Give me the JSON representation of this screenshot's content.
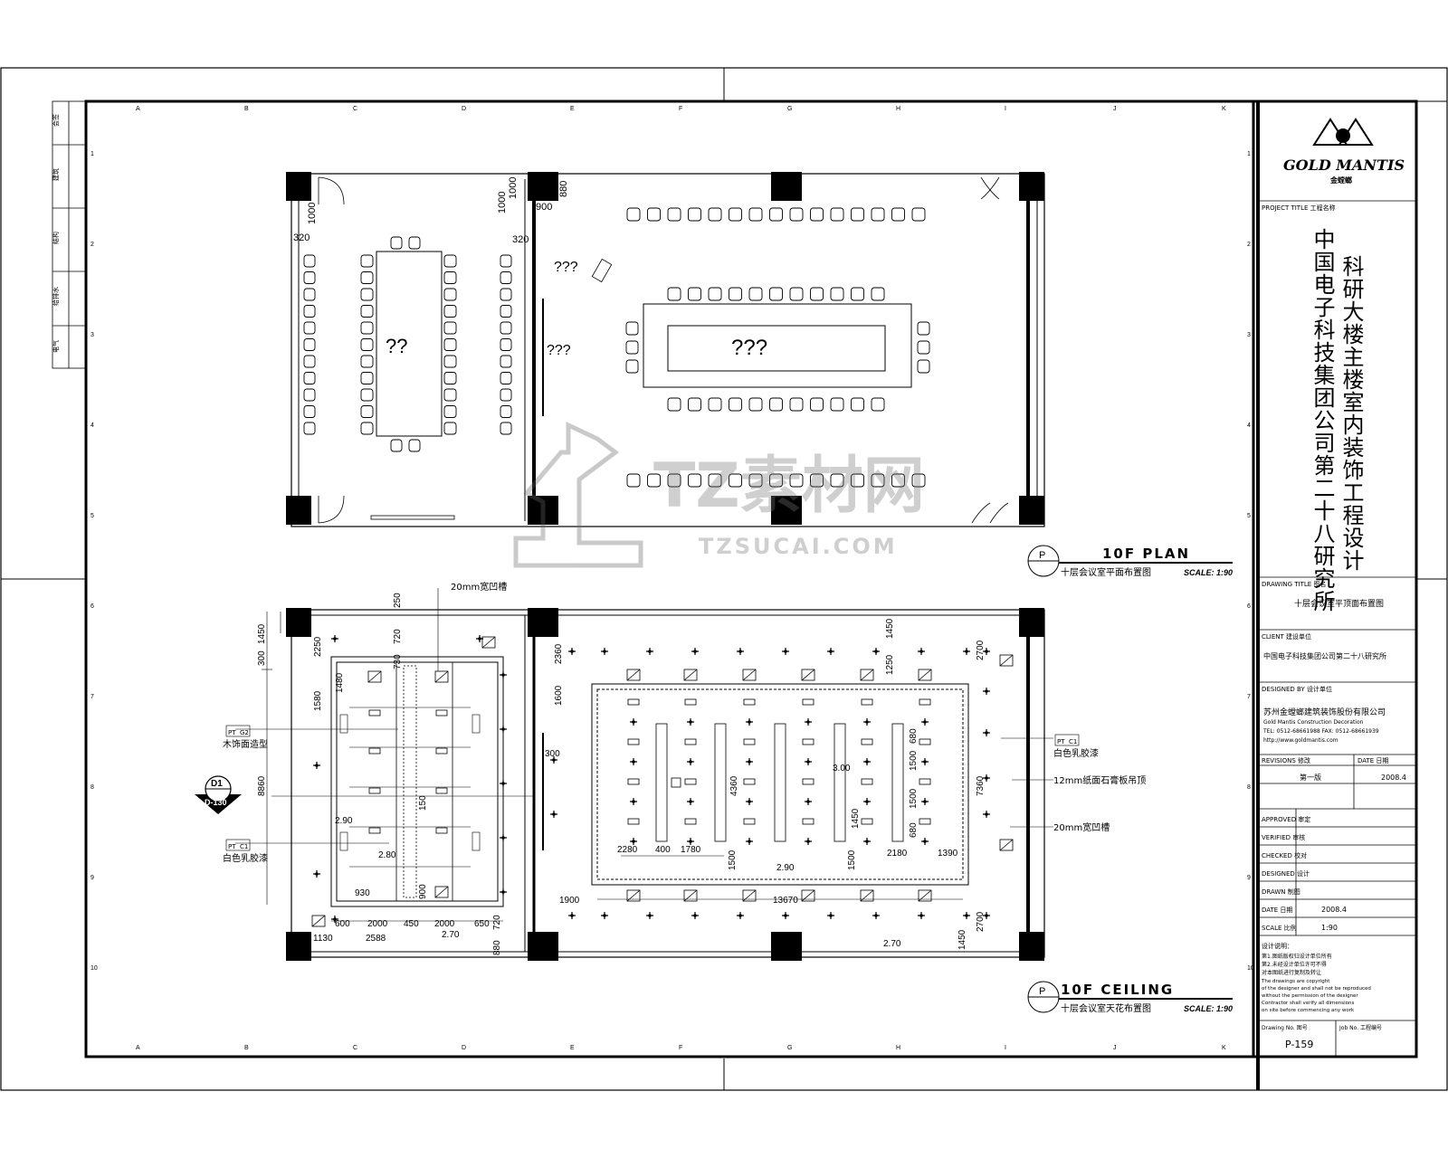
{
  "logo": {
    "brand": "GOLD MANTIS",
    "brand_cn": "金螳螂"
  },
  "project": {
    "title_line1": "科研大楼主楼室内装饰工程设计",
    "title_line2": "中国电子科技集团公司第二十八研究所"
  },
  "watermark": {
    "main": "TZ素材网",
    "sub": "TZSUCAI.COM"
  },
  "plan_top": {
    "title": "10F PLAN",
    "subtitle": "十层会议室平面布置图",
    "scale": "SCALE: 1:90",
    "mark": "P",
    "dims": {
      "d1000a": "1000",
      "d320a": "320",
      "d1000b": "1000",
      "d1000c": "1000",
      "d320b": "320",
      "d900": "900",
      "d880": "880"
    },
    "labels": {
      "room1": "??",
      "room2": "???",
      "room2b": "???",
      "room3": "???"
    }
  },
  "plan_bottom": {
    "title": "10F CEILING",
    "subtitle": "十层会议室天花布置图",
    "scale": "SCALE: 1:90",
    "mark": "P",
    "section_mark": {
      "top": "D1",
      "bottom": "D-130"
    },
    "notes": {
      "n1": "20mm宽凹槽",
      "n2": "木饰面造型",
      "n3": "白色乳胶漆",
      "n4": "白色乳胶漆",
      "n5": "12mm纸面石膏板吊顶",
      "n6": "20mm宽凹槽"
    },
    "tags": {
      "pt1": "PT",
      "g2": "G2",
      "pt2": "PT",
      "c1": "C1",
      "pt3": "PT",
      "c2": "C1"
    },
    "dims": {
      "d1450": "1450",
      "d300": "300",
      "d250": "250",
      "d720": "720",
      "d730": "730",
      "d2250": "2250",
      "d1480": "1480",
      "d1580": "1580",
      "d8860": "8860",
      "d2_90a": "2.90",
      "d2_80": "2.80",
      "d930": "930",
      "d150": "150",
      "d900": "900",
      "d600": "600",
      "d2000a": "2000",
      "d450": "450",
      "d2000b": "2000",
      "d650": "650",
      "d720b": "720",
      "d1130": "1130",
      "d2588": "2588",
      "d2_70a": "2.70",
      "d880": "880",
      "d2360": "2360",
      "d1600": "1600",
      "d300b": "300",
      "d1250": "1250",
      "d1450b": "1450",
      "d2700a": "2700",
      "d7360": "7360",
      "d2700b": "2700",
      "d1450c": "1450",
      "d4360": "4360",
      "d3_00": "3.00",
      "d680a": "680",
      "d1500a": "1500",
      "d1500b": "1500",
      "d680b": "680",
      "d1450d": "1450",
      "d2280": "2280",
      "d400": "400",
      "d1780": "1780",
      "d1500c": "1500",
      "d2_90b": "2.90",
      "d1500d": "1500",
      "d2180": "2180",
      "d1390": "1390",
      "d1900": "1900",
      "d13670": "13670",
      "d2_70b": "2.70"
    }
  },
  "grid_letters": [
    "A",
    "B",
    "C",
    "D",
    "E",
    "F",
    "G",
    "H",
    "I",
    "J",
    "K"
  ],
  "grid_numbers": [
    "1",
    "2",
    "3",
    "4",
    "5",
    "6",
    "7",
    "8",
    "9",
    "10"
  ],
  "title_block": {
    "project_label": "PROJECT TITLE  工程名称",
    "drawing_label": "DRAWING TITLE  图名",
    "drawing_title": "十层会议室平顶面布置图",
    "client_label": "CLIENT  建设单位",
    "client": "中国电子科技集团公司第二十八研究所",
    "designer_label": "DESIGNED BY  设计单位",
    "company": "苏州金螳螂建筑装饰股份有限公司",
    "company_en": "Gold Mantis Construction Decoration",
    "company_info1": "TEL: 0512-68661988   FAX: 0512-68661939",
    "company_info2": "http://www.goldmantis.com",
    "revision_label": "REVISIONS  修改",
    "date_label": "DATE  日期",
    "revision_val": "第一版",
    "revision_date": "2008.4",
    "rows": [
      {
        "label": "APPROVED  审定",
        "value": ""
      },
      {
        "label": "VERIFIED  审核",
        "value": ""
      },
      {
        "label": "CHECKED  校对",
        "value": ""
      },
      {
        "label": "DESIGNED  设计",
        "value": ""
      },
      {
        "label": "DRAWN  制图",
        "value": ""
      }
    ],
    "date_row": {
      "label": "DATE  日期",
      "value": "2008.4"
    },
    "scale_row": {
      "label": "SCALE  比例",
      "value": "1:90"
    },
    "notes_title": "设计说明：",
    "notes": [
      "第1.图纸版权归设计单位所有",
      "第2.未经设计单位许可不得",
      "对本图纸进行复制及转让",
      "The drawings are copyright",
      "of the designer and shall not be reproduced",
      "without the permission of the designer",
      "Contractor shall verify all dimensions",
      "on site before commencing any work"
    ],
    "drawing_no_label": "Drawing No.  图号",
    "drawing_no": "P-159",
    "job_no_label": "Job No.  工程编号",
    "job_no": ""
  },
  "left_strip": {
    "labels": [
      "会签",
      "建筑",
      "结构",
      "给排水",
      "电气"
    ]
  }
}
